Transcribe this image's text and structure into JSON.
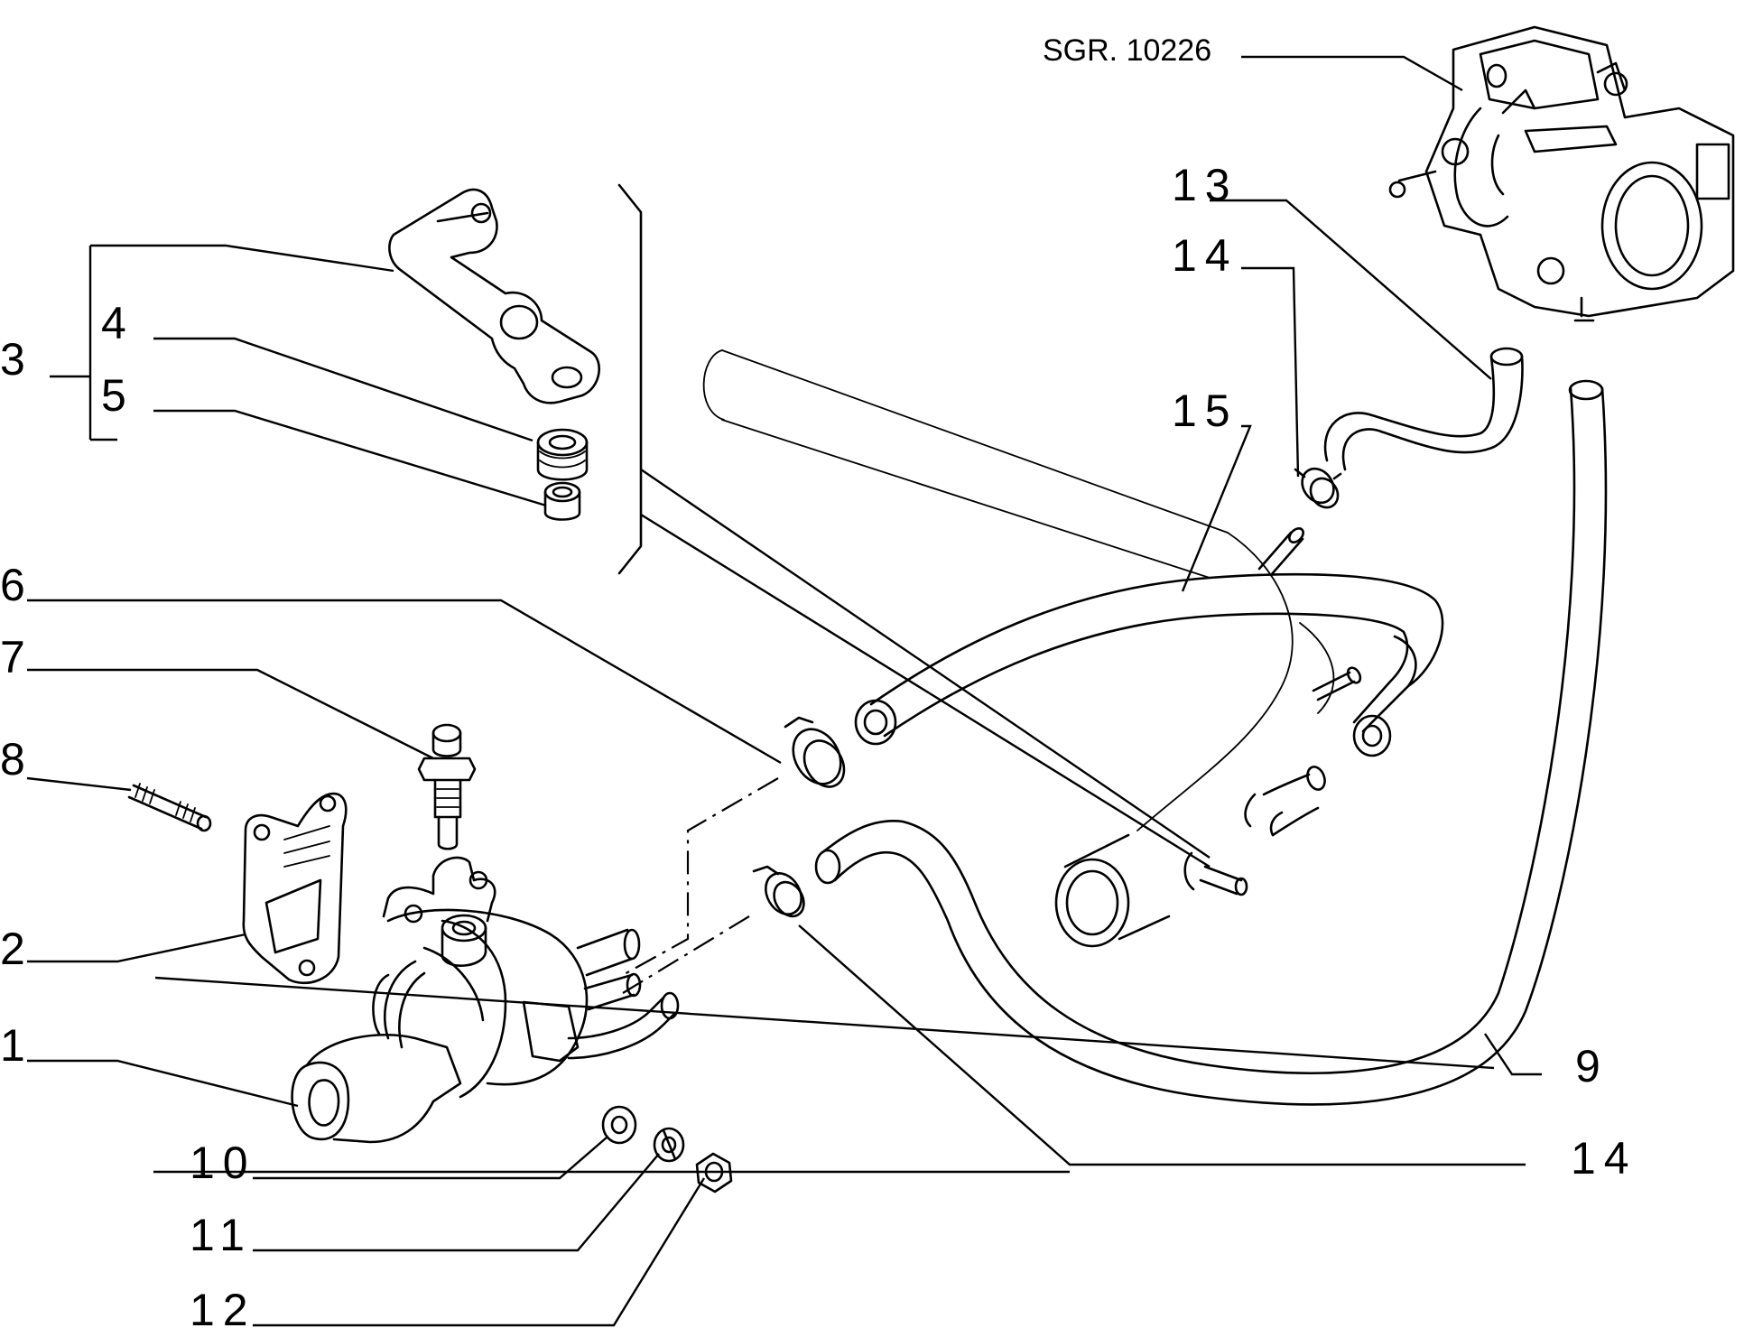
{
  "reference": "SGR. 10226",
  "callouts": {
    "c1": "1",
    "c2": "2",
    "c3": "3",
    "c4": "4",
    "c5": "5",
    "c6": "6",
    "c7": "7",
    "c8": "8",
    "c9": "9",
    "c10": "10",
    "c11": "11",
    "c12": "12",
    "c13": "13",
    "c14a": "14",
    "c14b": "14",
    "c15": "15"
  }
}
